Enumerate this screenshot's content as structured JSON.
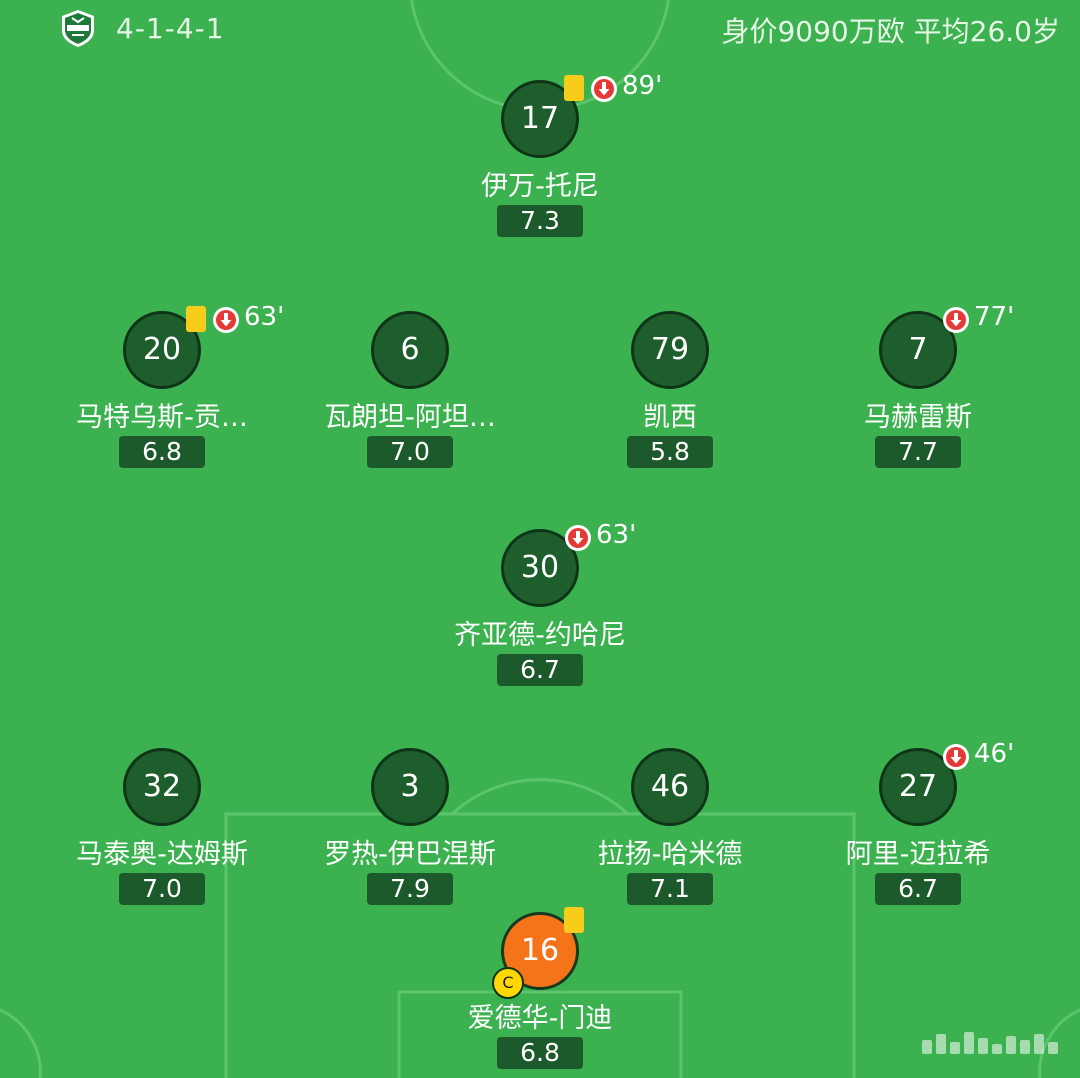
{
  "header": {
    "formation": "4-1-4-1",
    "squad_info": "身价9090万欧 平均26.0岁"
  },
  "players": [
    {
      "number": "17",
      "name": "伊万-托尼",
      "rating": "7.3",
      "yellow": true,
      "sub_minute": "89'",
      "captain": false,
      "gk": false
    },
    {
      "number": "20",
      "name": "马特乌斯-贡…",
      "rating": "6.8",
      "yellow": true,
      "sub_minute": "63'",
      "captain": false,
      "gk": false
    },
    {
      "number": "6",
      "name": "瓦朗坦-阿坦…",
      "rating": "7.0",
      "yellow": false,
      "sub_minute": "",
      "captain": false,
      "gk": false
    },
    {
      "number": "79",
      "name": "凯西",
      "rating": "5.8",
      "yellow": false,
      "sub_minute": "",
      "captain": false,
      "gk": false
    },
    {
      "number": "7",
      "name": "马赫雷斯",
      "rating": "7.7",
      "yellow": false,
      "sub_minute": "77'",
      "captain": false,
      "gk": false
    },
    {
      "number": "30",
      "name": "齐亚德-约哈尼",
      "rating": "6.7",
      "yellow": false,
      "sub_minute": "63'",
      "captain": false,
      "gk": false
    },
    {
      "number": "32",
      "name": "马泰奥-达姆斯",
      "rating": "7.0",
      "yellow": false,
      "sub_minute": "",
      "captain": false,
      "gk": false
    },
    {
      "number": "3",
      "name": "罗热-伊巴涅斯",
      "rating": "7.9",
      "yellow": false,
      "sub_minute": "",
      "captain": false,
      "gk": false
    },
    {
      "number": "46",
      "name": "拉扬-哈米德",
      "rating": "7.1",
      "yellow": false,
      "sub_minute": "",
      "captain": false,
      "gk": false
    },
    {
      "number": "27",
      "name": "阿里-迈拉希",
      "rating": "6.7",
      "yellow": false,
      "sub_minute": "46'",
      "captain": false,
      "gk": false
    },
    {
      "number": "16",
      "name": "爱德华-门迪",
      "rating": "6.8",
      "yellow": true,
      "sub_minute": "",
      "captain": true,
      "gk": true
    }
  ],
  "captain_mark": "C",
  "colors": {
    "pitch": "#3bb24f",
    "player_circle": "#1e5d2c",
    "goalkeeper_circle": "#f5741a",
    "rating_bg": "#1d5a2b",
    "yellow_card": "#f7cc1b",
    "sub_off_icon": "#e53935"
  },
  "icons": {
    "team_logo": "club-crest-icon",
    "sub_off": "arrow-down-circle-icon",
    "yellow_card": "yellow-card-icon",
    "captain": "captain-badge-icon"
  }
}
